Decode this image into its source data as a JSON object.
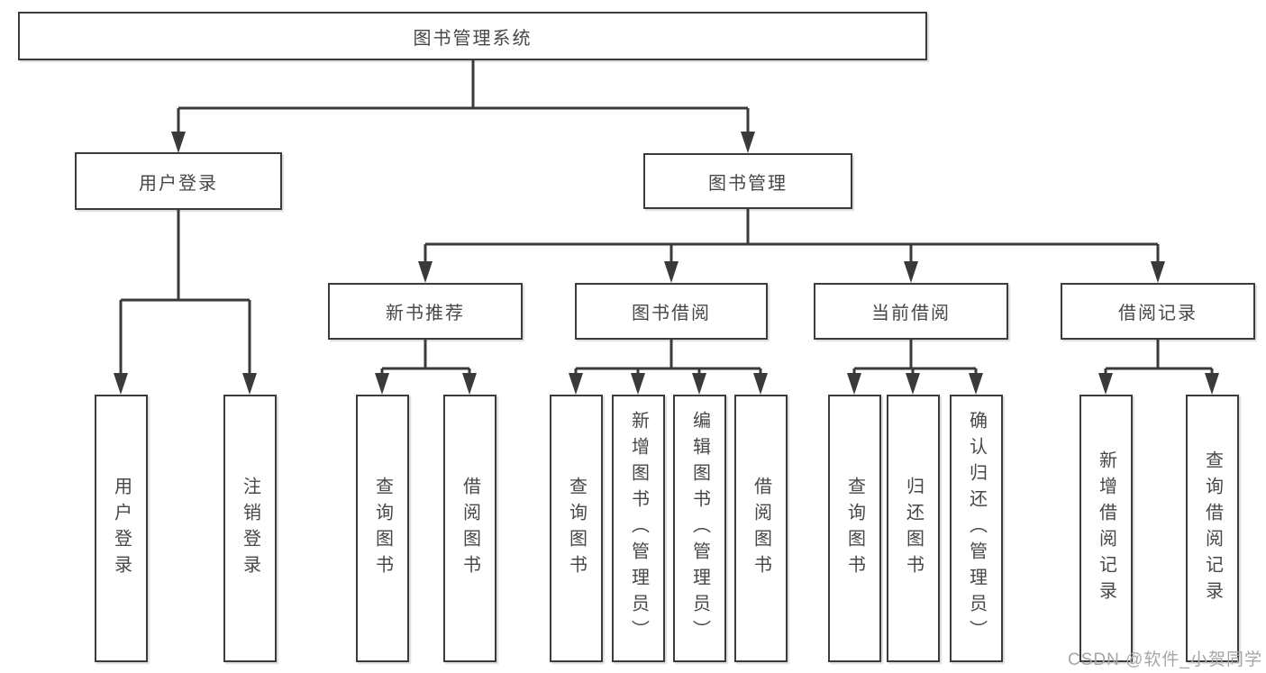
{
  "colors": {
    "background": "#ffffff",
    "box_border": "#3b3b3b",
    "connector_line": "#3a3a3a",
    "node_text": "#474747",
    "watermark_text": "#a6a6a6"
  },
  "tree": {
    "root": {
      "label": "图书管理系统"
    },
    "branches": [
      {
        "label": "用户登录",
        "leaves": [
          "用户登录",
          "注销登录"
        ]
      },
      {
        "label": "图书管理",
        "groups": [
          {
            "label": "新书推荐",
            "leaves": [
              "查询图书",
              "借阅图书"
            ]
          },
          {
            "label": "图书借阅",
            "leaves": [
              "查询图书",
              "新增图书（管理员）",
              "编辑图书（管理员）",
              "借阅图书"
            ]
          },
          {
            "label": "当前借阅",
            "leaves": [
              "查询图书",
              "归还图书",
              "确认归还（管理员）"
            ]
          },
          {
            "label": "借阅记录",
            "leaves": [
              "新增借阅记录",
              "查询借阅记录"
            ]
          }
        ]
      }
    ]
  },
  "watermark": "CSDN @软件_小贺同学"
}
